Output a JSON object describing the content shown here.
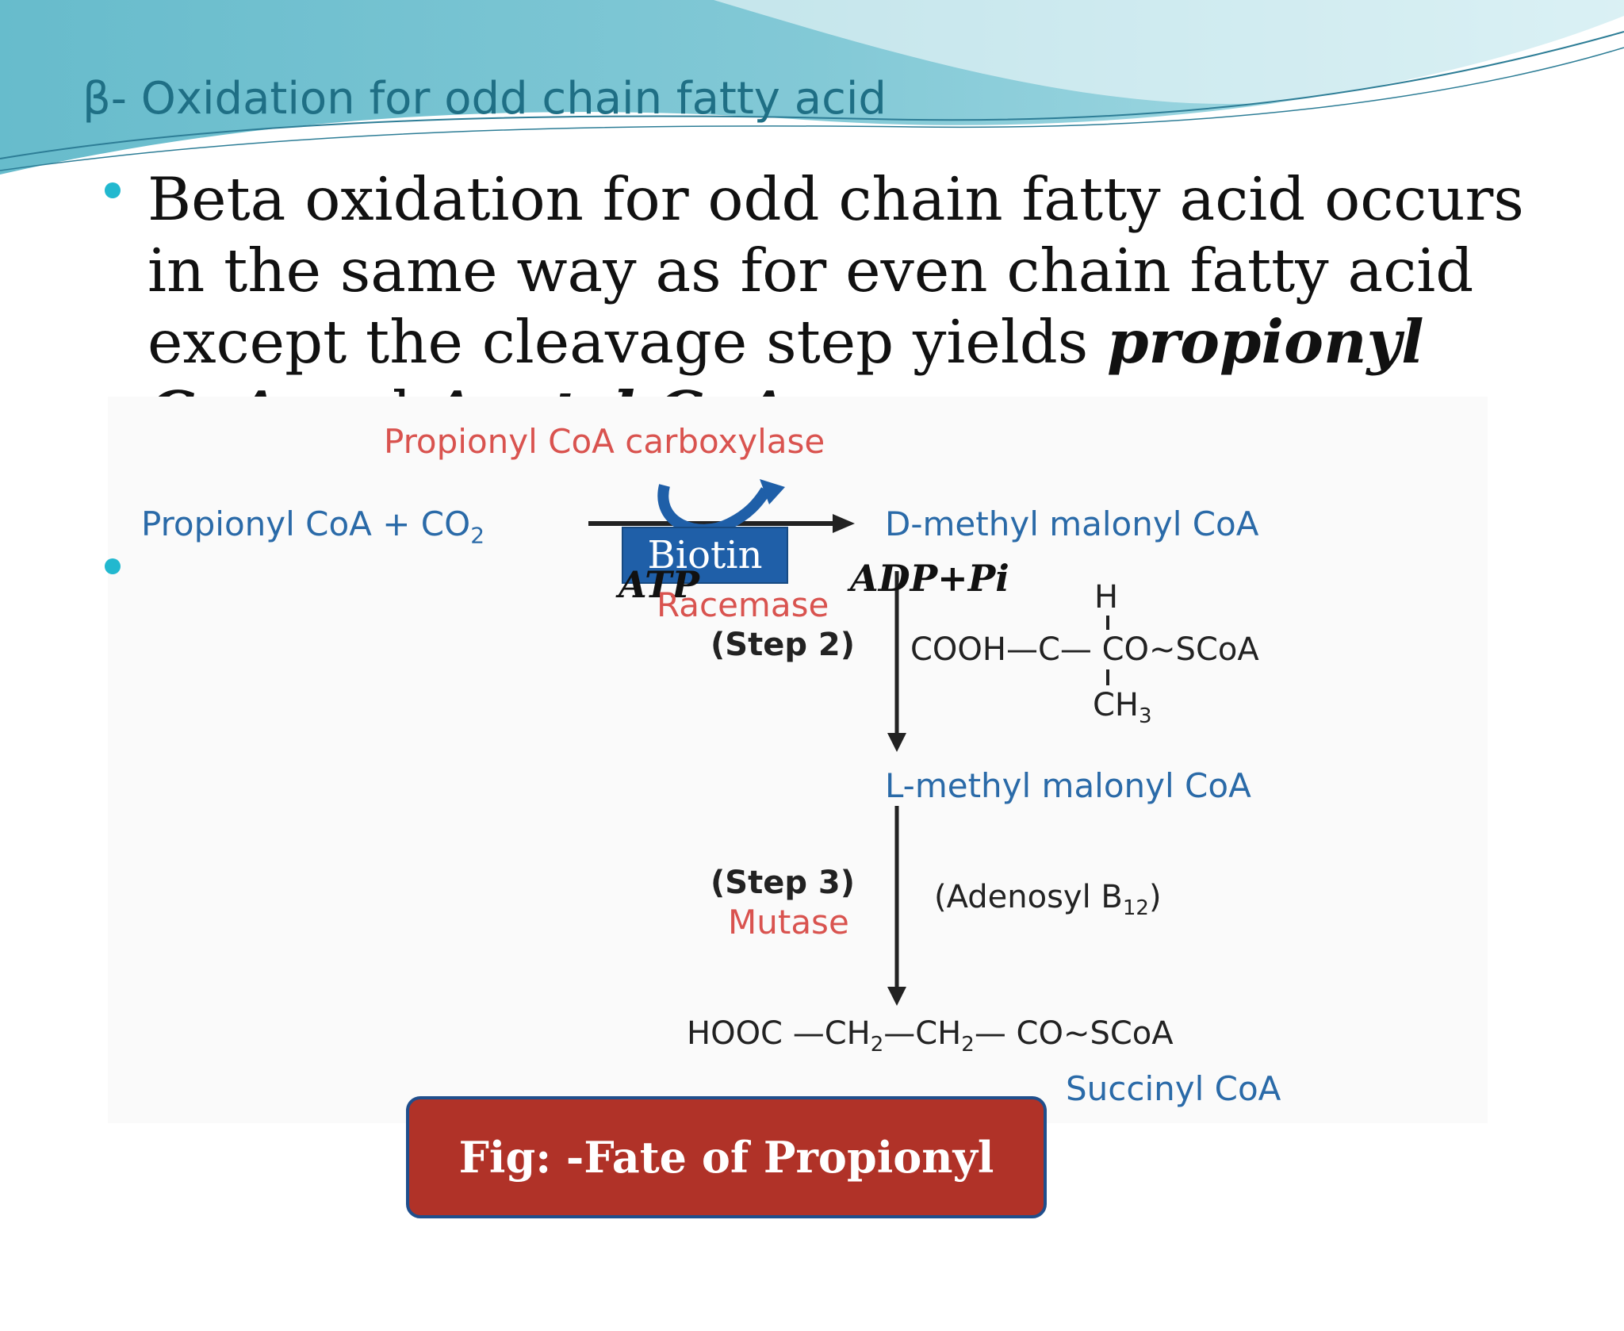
{
  "slide": {
    "title": "β- Oxidation for odd chain fatty acid",
    "bullet1": {
      "text_before": "Beta oxidation for odd chain fatty acid occurs in the same way as for even chain fatty acid except the cleavage step yields ",
      "bold1": "propionyl CoA",
      "text_mid": " and ",
      "bold2": "Acetyl CoA"
    }
  },
  "diagram": {
    "enzyme1": "Propionyl CoA carboxylase",
    "substrate": "Propionyl CoA + CO",
    "substrate_sub": "2",
    "product1": "D-methyl malonyl CoA",
    "biotin": "Biotin",
    "atp": "ATP",
    "adp_pi": "ADP+Pi",
    "racemase": "Racemase",
    "step2": "(Step 2)",
    "struct1": {
      "h": "H",
      "main": "COOH—C— CO~SCoA",
      "ch3": "CH",
      "ch3_sub": "3"
    },
    "product2": "L-methyl malonyl CoA",
    "step3": "(Step 3)",
    "mutase": "Mutase",
    "cofactor": "(Adenosyl B",
    "cofactor_sub": "12",
    "cofactor_end": ")",
    "struct2": {
      "a": "HOOC —CH",
      "a_sub": "2",
      "b": "—CH",
      "b_sub": "2",
      "c": "— CO~SCoA"
    },
    "product3": "Succinyl CoA"
  },
  "caption": "Fig: -Fate of Propionyl CoA",
  "colors": {
    "title": "#1f6f85",
    "bullet": "#22b8cf",
    "enzyme": "#d9534f",
    "metabolite": "#2a6aa8",
    "biotin_box": "#1f5fa8",
    "caption_box": "#b03228"
  }
}
